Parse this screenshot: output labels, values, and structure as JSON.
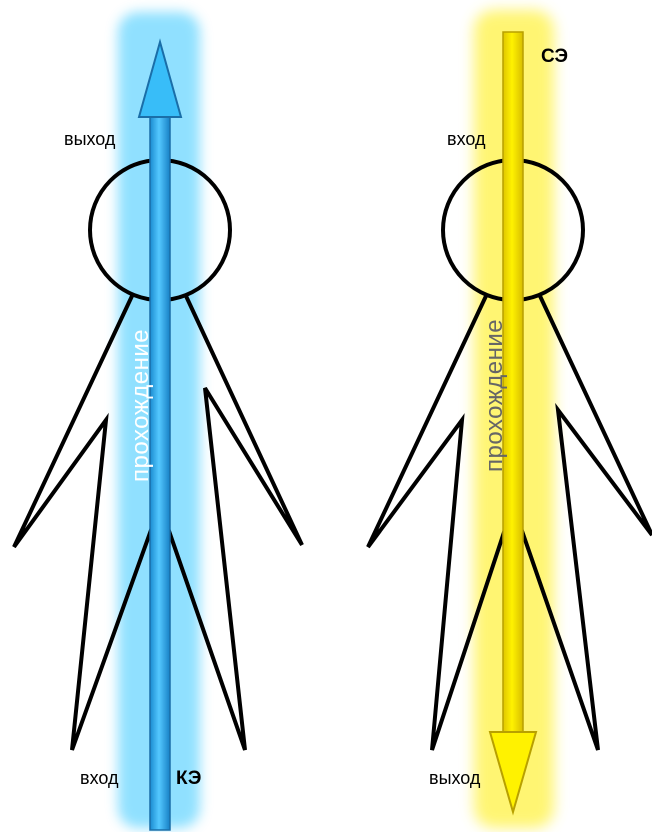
{
  "colors": {
    "blue_arrow": "#29a6e2",
    "blue_glow": "#55d0ff",
    "yellow_arrow": "#ffea00",
    "yellow_glow": "#fff34f",
    "outline": "#000000",
    "vertical_text_left": "#ffffff",
    "vertical_text_right": "#666666"
  },
  "left_figure": {
    "top_label": "выход",
    "bottom_label": "вход",
    "energy_label": "КЭ",
    "flow_label": "прохождение",
    "arrow_direction": "up"
  },
  "right_figure": {
    "top_label": "вход",
    "bottom_label": "выход",
    "energy_label": "СЭ",
    "flow_label": "прохождение",
    "arrow_direction": "down"
  }
}
